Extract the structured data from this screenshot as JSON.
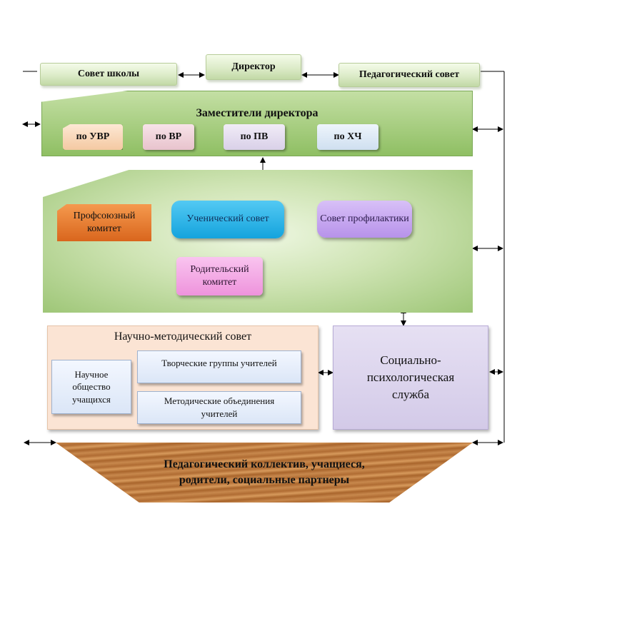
{
  "top": {
    "school_council": "Совет школы",
    "director": "Директор",
    "ped_council": "Педагогический совет"
  },
  "deputies": {
    "title": "Заместители директора",
    "uvr": "по УВР",
    "vr": "по ВР",
    "pv": "по ПВ",
    "hch": "по ХЧ"
  },
  "bodies": {
    "union": "Профсоюзный комитет",
    "student_council": "Ученический совет",
    "prevention": "Совет профилактики",
    "parents": "Родительский комитет"
  },
  "science": {
    "title": "Научно-методический совет",
    "society": "Научное общество учащихся",
    "creative": "Творческие группы учителей",
    "method": "Методические объединения учителей"
  },
  "social": "Социально-психологическая служба",
  "base": "Педагогический коллектив, учащиеся, родители, социальные партнеры",
  "colors": {
    "green_panel": "#8fbf63",
    "union": "#e8782a",
    "student": "#27b4ec",
    "prevention": "#c8a8f0",
    "parents": "#f3a9e6",
    "science_bg": "#fbe4d4",
    "social_bg": "#ddd6ee",
    "wood": "#b8763d"
  }
}
